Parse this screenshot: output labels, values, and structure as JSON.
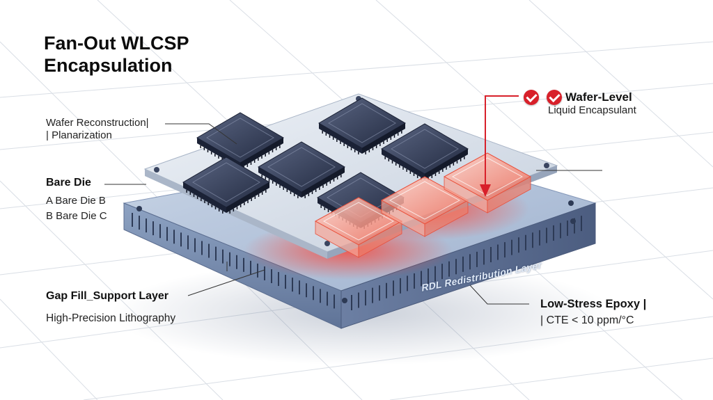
{
  "title": {
    "line1": "Fan-Out WLCSP",
    "line2": "Encapsulation"
  },
  "labels": {
    "wafer_reconstruction": "Wafer Reconstruction|",
    "planarization": "| Planarization",
    "bare_die": "Bare Die",
    "bare_die_ab": "A Bare Die B",
    "bare_die_bc": "B Bare Die C",
    "gap_fill": "Gap Fill_Support Layer",
    "lithography": "High-Precision Lithography",
    "wafer_level": "Wafer-Level",
    "liquid_encapsulant": "Liquid Encapsulant",
    "low_stress_epoxy": "Low-Stress Epoxy |",
    "cte": "| CTE < 10 ppm/°C",
    "rdl": "RDL Redistribution Layer"
  },
  "icons": [
    "check-icon",
    "check-icon"
  ],
  "colors": {
    "accent_red": "#d8202a",
    "die_dark": "#2b3550",
    "substrate_blue": "#7d92b4",
    "grid": "#d6dbe2"
  }
}
